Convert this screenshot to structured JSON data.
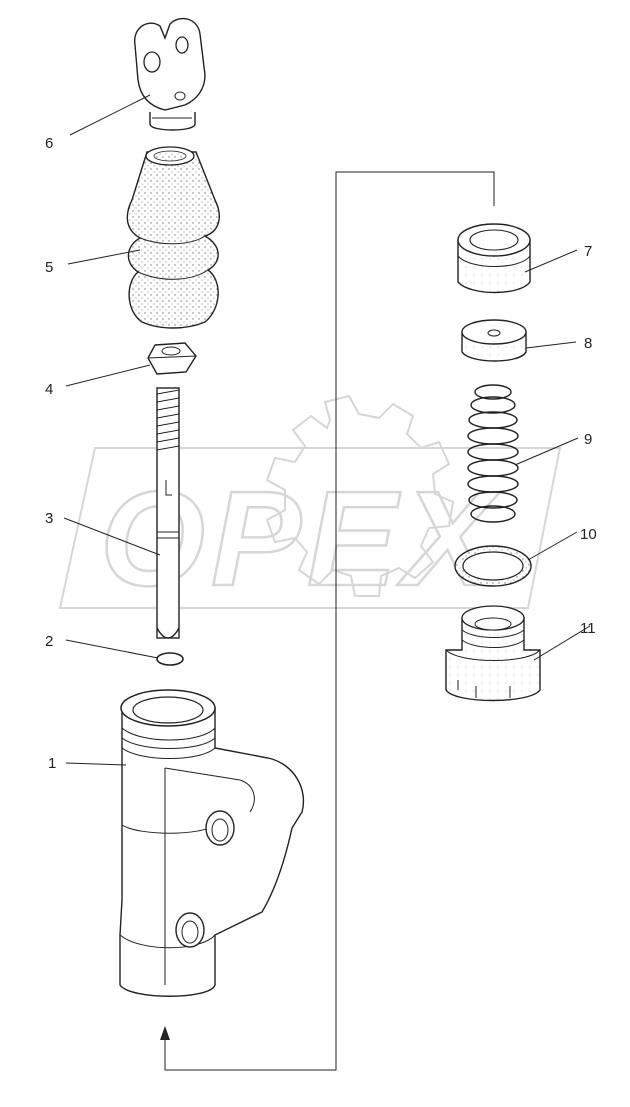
{
  "callouts": {
    "c1": "1",
    "c2": "2",
    "c3": "3",
    "c4": "4",
    "c5": "5",
    "c6": "6",
    "c7": "7",
    "c8": "8",
    "c9": "9",
    "c10": "10",
    "c11": "11"
  },
  "watermark": "OPEX",
  "colors": {
    "ink": "#222222",
    "stipple": "#9a9a9a",
    "watermark": "#d4d4d4",
    "background": "#ffffff"
  }
}
